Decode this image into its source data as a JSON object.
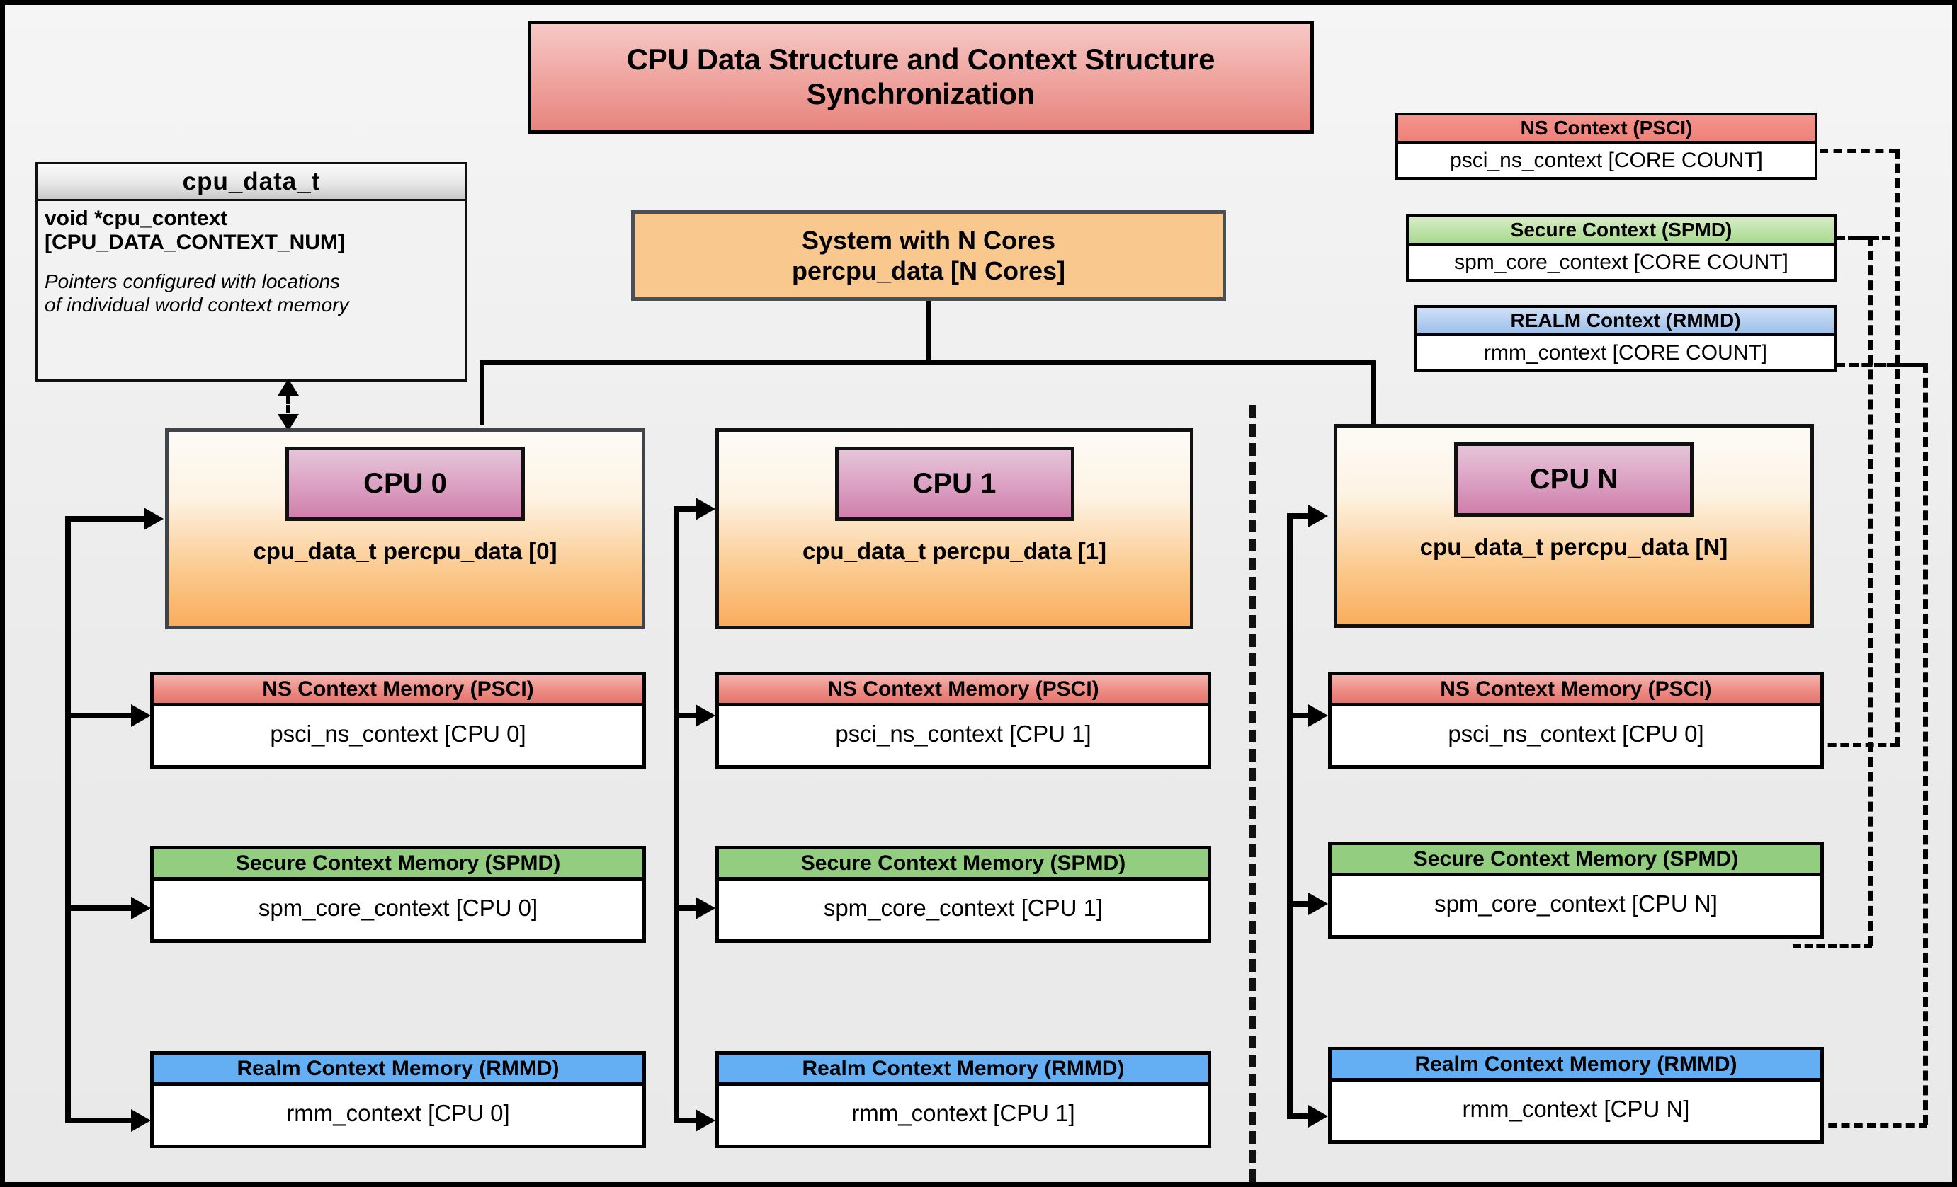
{
  "diagram": {
    "title": "CPU Data Structure and Context Structure Synchronization",
    "background_color": "#eeeeee",
    "border_color": "#000000"
  },
  "colors": {
    "title_banner": "#e8847e",
    "ns_psci": "#ec8c85",
    "secure_spmd": "#93cd7f",
    "realm_rmmd": "#64aff4",
    "cpu_container": "#f9ad5d",
    "cpu_chip": "#cf7fab",
    "system_box": "#f8c88f",
    "class_header": "#c9c9c9"
  },
  "cpu_data_t": {
    "header": "cpu_data_t",
    "field": "void  *cpu_context [CPU_DATA_CONTEXT_NUM]",
    "note": "Pointers configured with locations of individual world context memory"
  },
  "system": {
    "line1": "System with N Cores",
    "line2": "percpu_data [N Cores]"
  },
  "reference_contexts": [
    {
      "name": "ns-context-psci",
      "header": "NS Context  (PSCI)",
      "value": "psci_ns_context [CORE COUNT]"
    },
    {
      "name": "secure-context-spmd",
      "header": "Secure Context (SPMD)",
      "value": "spm_core_context [CORE COUNT]"
    },
    {
      "name": "realm-context-rmmd",
      "header": "REALM Context (RMMD)",
      "value": "rmm_context [CORE COUNT]"
    }
  ],
  "cpus": [
    {
      "id": "cpu-0",
      "chip_label": "CPU 0",
      "data_label": "cpu_data_t percpu_data [0]",
      "contexts": [
        {
          "name": "ns-context-memory",
          "header": "NS Context Memory (PSCI)",
          "value": "psci_ns_context [CPU 0]"
        },
        {
          "name": "secure-context-memory",
          "header": "Secure Context Memory (SPMD)",
          "value": "spm_core_context [CPU 0]"
        },
        {
          "name": "realm-context-memory",
          "header": "Realm Context Memory (RMMD)",
          "value": "rmm_context [CPU 0]"
        }
      ]
    },
    {
      "id": "cpu-1",
      "chip_label": "CPU 1",
      "data_label": "cpu_data_t percpu_data [1]",
      "contexts": [
        {
          "name": "ns-context-memory",
          "header": "NS Context Memory (PSCI)",
          "value": "psci_ns_context [CPU 1]"
        },
        {
          "name": "secure-context-memory",
          "header": "Secure Context Memory (SPMD)",
          "value": "spm_core_context [CPU 1]"
        },
        {
          "name": "realm-context-memory",
          "header": "Realm Context Memory (RMMD)",
          "value": "rmm_context [CPU 1]"
        }
      ]
    },
    {
      "id": "cpu-n",
      "chip_label": "CPU N",
      "data_label": "cpu_data_t percpu_data [N]",
      "contexts": [
        {
          "name": "ns-context-memory",
          "header": "NS Context Memory (PSCI)",
          "value": "psci_ns_context [CPU 0]"
        },
        {
          "name": "secure-context-memory",
          "header": "Secure Context Memory (SPMD)",
          "value": "spm_core_context [CPU N]"
        },
        {
          "name": "realm-context-memory",
          "header": "Realm Context Memory (RMMD)",
          "value": "rmm_context [CPU N]"
        }
      ]
    }
  ]
}
